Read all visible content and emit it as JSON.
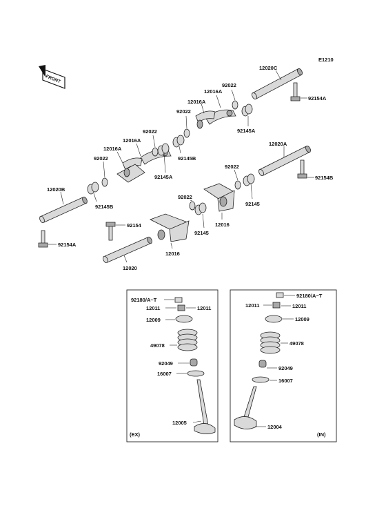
{
  "diagram": {
    "page_code": "E1210",
    "front_label": "FRONT",
    "box_ex_label": "(EX)",
    "box_in_label": "(IN)",
    "callouts": {
      "shaft_12020c": "12020C",
      "bolt_92154a_top": "92154A",
      "spring_92022_top": "92022",
      "arm_12016a_top": "12016A",
      "washer_92145a_top": "92145A",
      "spring_92022_2": "92022",
      "arm_12016a_2": "12016A",
      "washer_92145b_2": "92145B",
      "spring_92022_3": "92022",
      "arm_12016a_3": "12016A",
      "washer_92145a_3": "92145A",
      "spring_92022_4": "92022",
      "arm_12016a_4": "12016A",
      "shaft_12020a": "12020A",
      "bolt_92154b": "92154B",
      "spring_92022_5": "92022",
      "washer_92145_5": "92145",
      "shaft_12020b": "12020B",
      "washer_92145b_left": "92145B",
      "bolt_92154a_left": "92154A",
      "spring_92022_6": "92022",
      "arm_12016_6": "12016",
      "washer_92145_6": "92145",
      "bolt_92154": "92154",
      "arm_12016_7": "12016",
      "shaft_12020": "12020",
      "ex_keeper": "92180/A~T",
      "ex_collet": "12011",
      "ex_collet_b": "12011",
      "ex_retainer": "12009",
      "ex_spring": "49078",
      "ex_seal": "92049",
      "ex_seat": "16007",
      "ex_valve": "12005",
      "in_keeper": "92180/A~T",
      "in_collet": "12011",
      "in_collet_b": "12011",
      "in_retainer": "12009",
      "in_spring": "49078",
      "in_seal": "92049",
      "in_seat": "16007",
      "in_valve": "12004"
    }
  }
}
